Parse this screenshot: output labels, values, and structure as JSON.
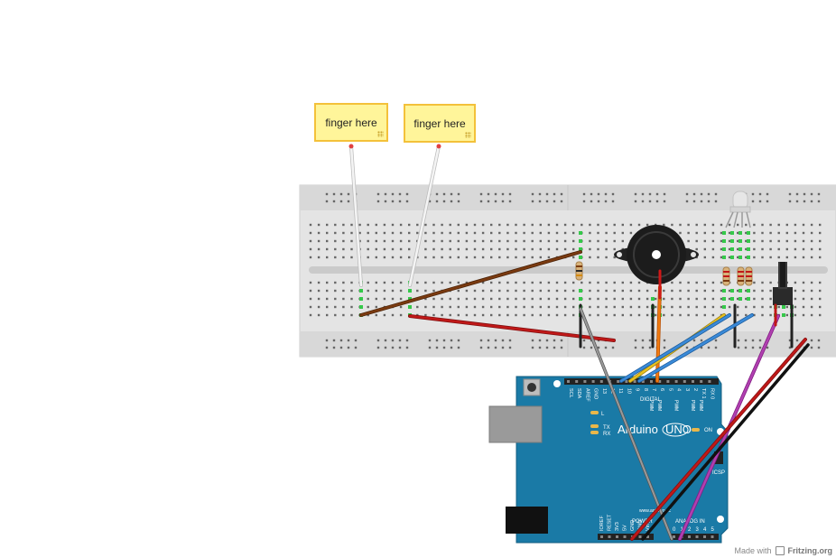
{
  "notes": [
    {
      "label": "finger here"
    },
    {
      "label": "finger here"
    }
  ],
  "arduino": {
    "brand_text": "Arduino",
    "model_text": "UNO",
    "site_text": "www.arduino.cc",
    "on_label": "ON",
    "icsp_label": "ICSP",
    "digital_label": "DIGITAL",
    "power_label": "POWER",
    "analog_label": "ANALOG IN",
    "l_label": "L",
    "tx_label": "TX",
    "rx_label": "RX",
    "top_pins": [
      "SCL",
      "SDA",
      "AREF",
      "GND",
      "13",
      "12",
      "11",
      "10",
      "9",
      "8",
      "7",
      "6",
      "5",
      "4",
      "3",
      "2",
      "TX 1",
      "RX 0"
    ],
    "pwm_label": "PWM",
    "power_pins": [
      "IOREF",
      "RESET",
      "3V3",
      "5V",
      "GND",
      "GND",
      "Vin"
    ],
    "analog_pins": [
      "0",
      "1",
      "2",
      "3",
      "4",
      "5"
    ]
  },
  "credit": {
    "made_with": "Made with",
    "brand": "Fritzing.org"
  },
  "colors": {
    "breadboard": "#e6e6e6",
    "board": "#1a7aa6",
    "note_fill": "#fff59a",
    "note_border": "#f3c13a",
    "wire_red": "#c01818",
    "wire_brown": "#7a3a10",
    "wire_black": "#222222",
    "wire_blue": "#3a8ad8",
    "wire_yellow": "#e8c020",
    "wire_orange": "#f07a10",
    "wire_purple": "#b040b0",
    "wire_gray": "#888888",
    "wire_white": "#f4f4f4"
  }
}
